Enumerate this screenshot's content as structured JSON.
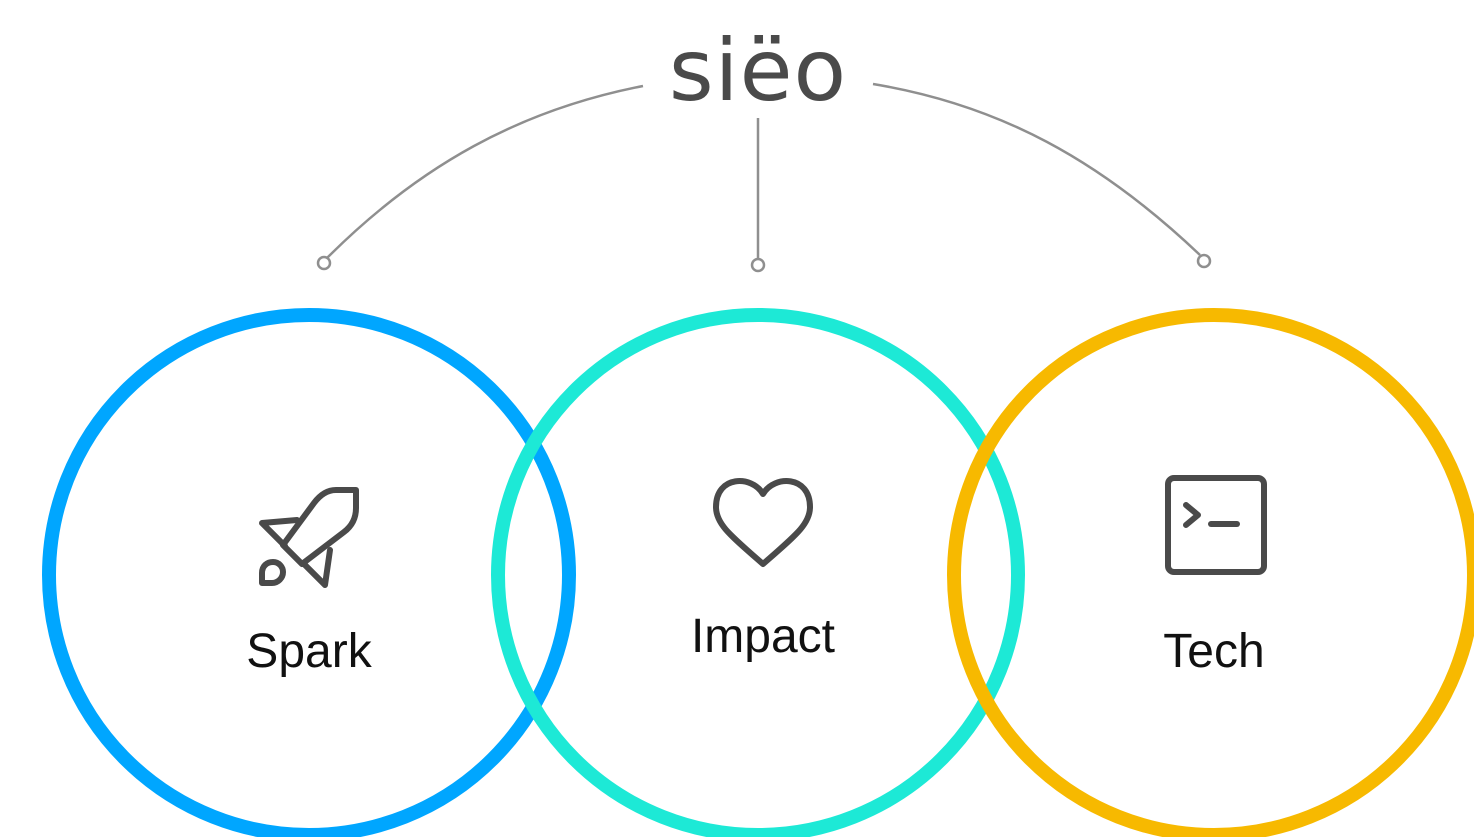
{
  "brand": {
    "name": "siëo"
  },
  "pillars": [
    {
      "label": "Spark",
      "icon": "rocket-icon",
      "color": "#00a6ff"
    },
    {
      "label": "Impact",
      "icon": "heart-icon",
      "color": "#1de9d6"
    },
    {
      "label": "Tech",
      "icon": "terminal-icon",
      "color": "#f7b900"
    }
  ],
  "connector_color": "#8f8f8f",
  "icon_color": "#4a4a4a"
}
